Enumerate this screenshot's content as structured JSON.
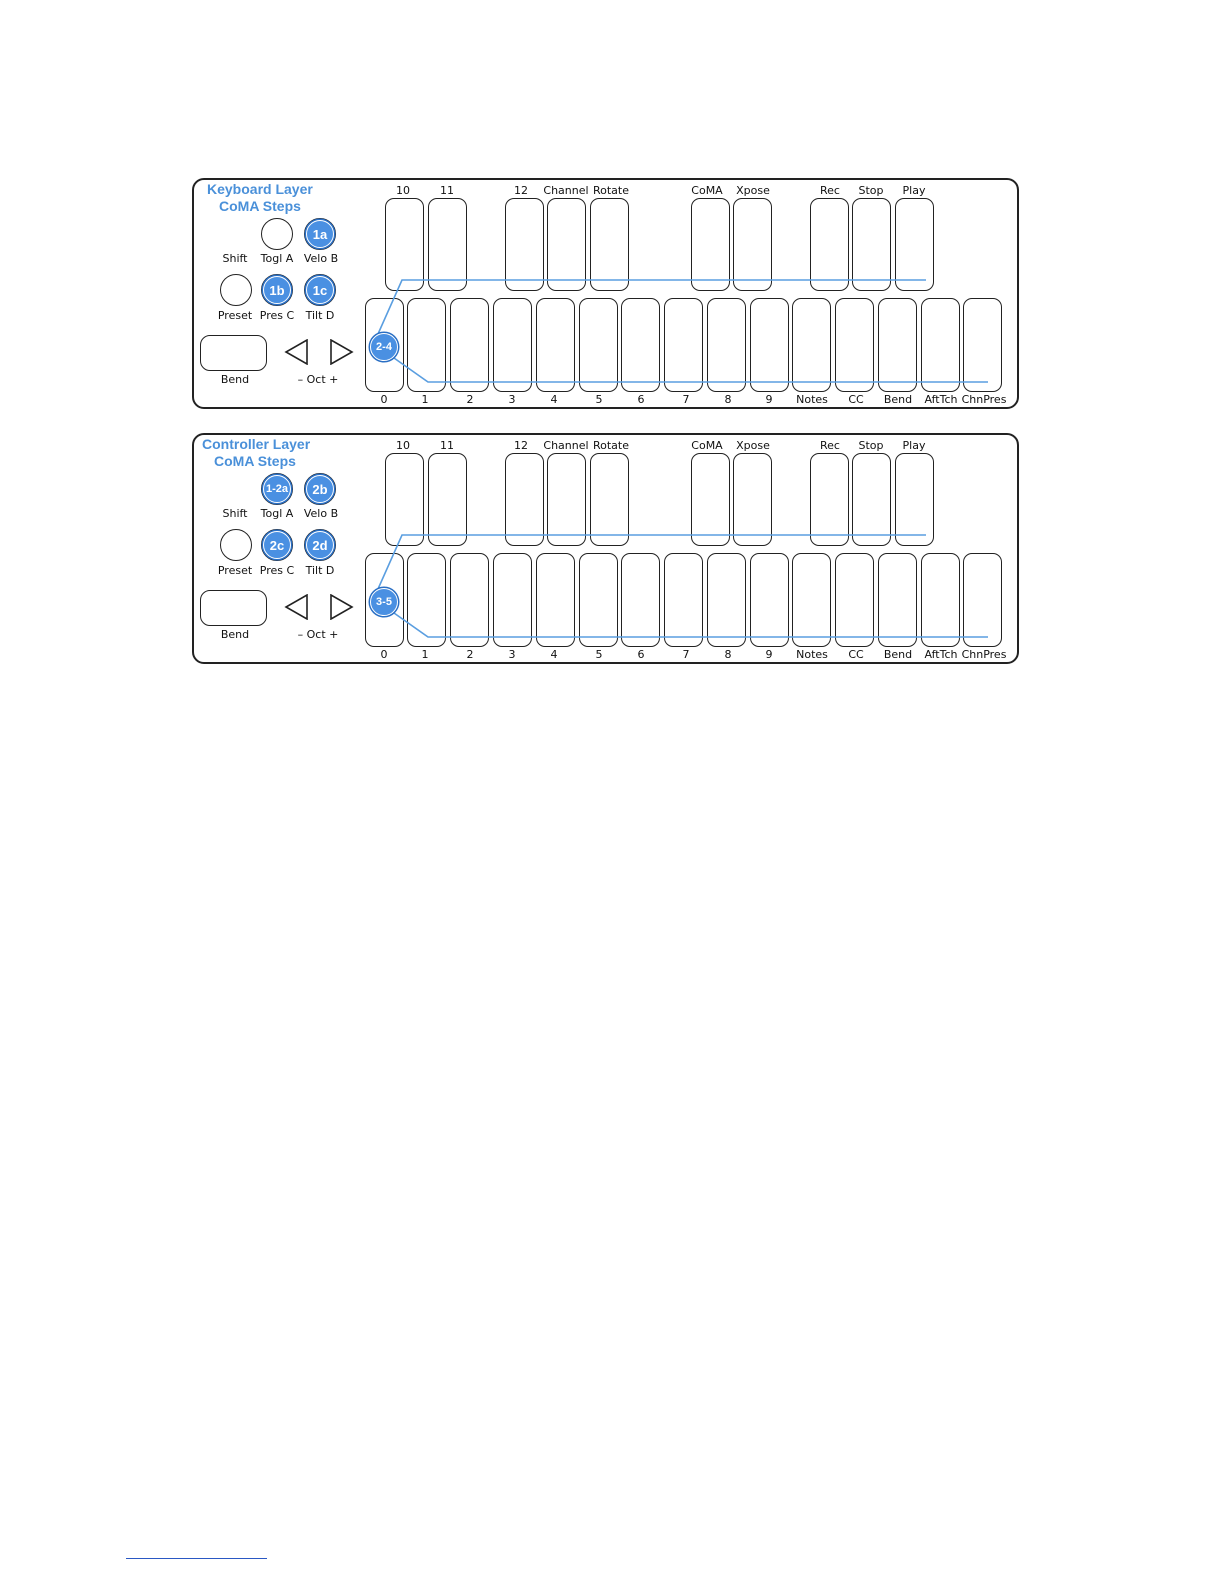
{
  "panels": [
    {
      "title_line1": "Keyboard Layer",
      "title_line2": "CoMA Steps",
      "button_labels": {
        "shift": "Shift",
        "togl": "Togl A",
        "velo": "Velo B",
        "preset": "Preset",
        "pres": "Pres C",
        "tilt": "Tilt D",
        "bend": "Bend",
        "oct": "– Oct +"
      },
      "steps": {
        "togl": "",
        "velo": "1a",
        "pres": "1b",
        "tilt": "1c",
        "key0": "2-4"
      },
      "top_row_labels": [
        "10",
        "11",
        "12",
        "Channel",
        "Rotate",
        "CoMA",
        "Xpose",
        "Rec",
        "Stop",
        "Play"
      ],
      "bottom_row_labels": [
        "0",
        "1",
        "2",
        "3",
        "4",
        "5",
        "6",
        "7",
        "8",
        "9",
        "Notes",
        "CC",
        "Bend",
        "AftTch",
        "ChnPres"
      ]
    },
    {
      "title_line1": "Controller Layer",
      "title_line2": "CoMA Steps",
      "button_labels": {
        "shift": "Shift",
        "togl": "Togl A",
        "velo": "Velo B",
        "preset": "Preset",
        "pres": "Pres C",
        "tilt": "Tilt D",
        "bend": "Bend",
        "oct": "– Oct +"
      },
      "steps": {
        "togl": "1-2a",
        "velo": "2b",
        "pres": "2c",
        "tilt": "2d",
        "key0": "3-5"
      },
      "top_row_labels": [
        "10",
        "11",
        "12",
        "Channel",
        "Rotate",
        "CoMA",
        "Xpose",
        "Rec",
        "Stop",
        "Play"
      ],
      "bottom_row_labels": [
        "0",
        "1",
        "2",
        "3",
        "4",
        "5",
        "6",
        "7",
        "8",
        "9",
        "Notes",
        "CC",
        "Bend",
        "AftTch",
        "ChnPres"
      ]
    }
  ],
  "colors": {
    "accent": "#4a90e2",
    "line": "#5a9ee0",
    "outline": "#222222"
  }
}
